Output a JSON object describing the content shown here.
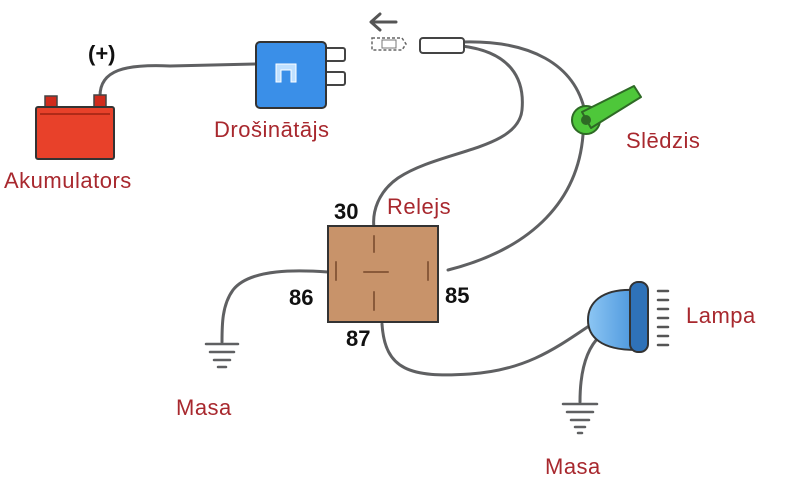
{
  "labels": {
    "positive_terminal": "(+)",
    "fuse": "Drošinātājs",
    "battery": "Akumulators",
    "switch": "Slēdzis",
    "relay": "Relejs",
    "lamp": "Lampa",
    "ground_left": "Masa",
    "ground_right": "Masa"
  },
  "relay_pins": {
    "pin_30": "30",
    "pin_86": "86",
    "pin_85": "85",
    "pin_87": "87"
  },
  "colors": {
    "wire": "#5f6062",
    "label_red": "#a8282e",
    "battery": "#e8412a",
    "fuse": "#3a8fe8",
    "relay": "#c8936a",
    "switch": "#4ec73a",
    "lamp": "#5aa4e6"
  },
  "icons": [
    "battery-icon",
    "fuse-icon",
    "relay-icon",
    "toggle-switch-icon",
    "lamp-icon",
    "ground-symbol-icon",
    "connector-plug-icon",
    "arrow-left-icon"
  ]
}
